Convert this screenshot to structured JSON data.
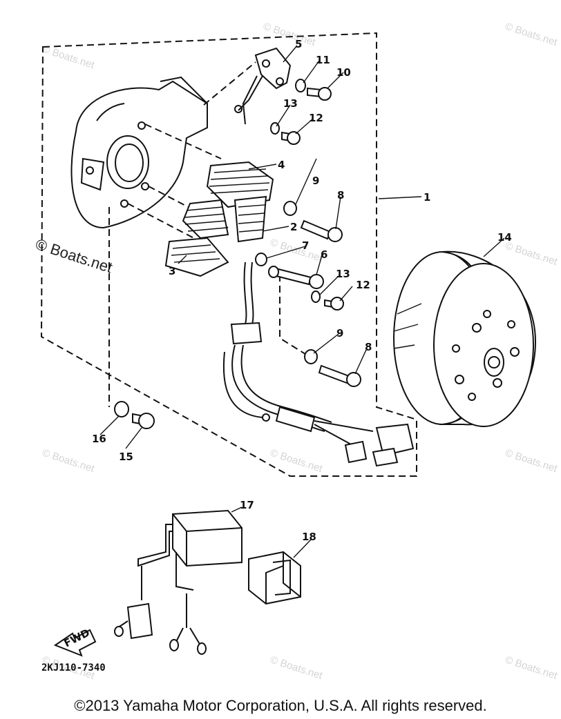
{
  "watermark": {
    "text": "© Boats.net",
    "prominent_text": "© Boats.net"
  },
  "callouts": [
    "1",
    "2",
    "3",
    "4",
    "5",
    "6",
    "7",
    "8",
    "8",
    "9",
    "9",
    "10",
    "11",
    "12",
    "12",
    "13",
    "13",
    "14",
    "15",
    "16",
    "17",
    "18"
  ],
  "fwd_label": "FWD",
  "part_code": "2KJ110-7340",
  "copyright": "©2013 Yamaha Motor Corporation, U.S.A. All rights reserved."
}
